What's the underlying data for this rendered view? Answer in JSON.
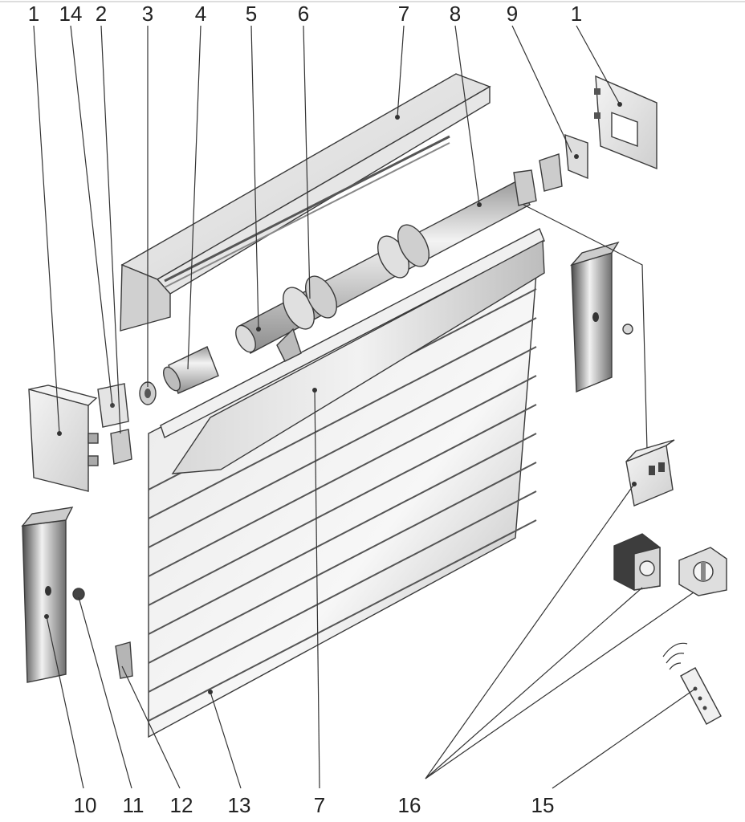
{
  "callouts_top": [
    "1",
    "14",
    "2",
    "3",
    "4",
    "5",
    "6",
    "7",
    "8",
    "9",
    "1"
  ],
  "callouts_bottom": [
    "10",
    "11",
    "12",
    "13",
    "7",
    "16",
    "15"
  ],
  "colors": {
    "metal_light": "#f4f4f4",
    "metal_mid": "#c9c9c9",
    "metal_dark": "#555555",
    "line": "#333333"
  }
}
